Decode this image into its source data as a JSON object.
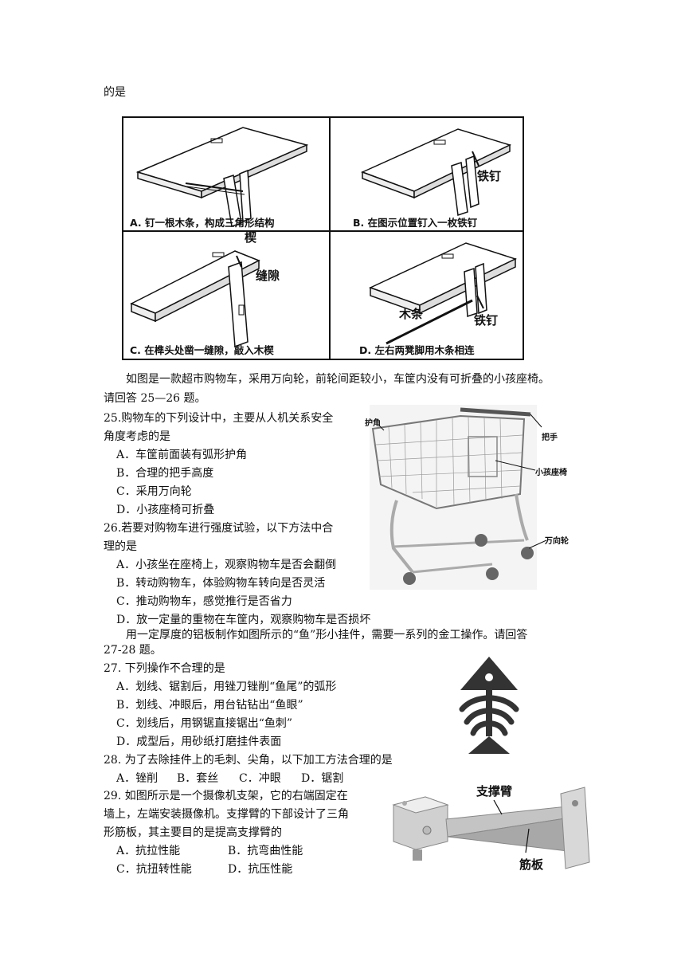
{
  "intro_tail": "的是",
  "bench_panel": {
    "A": {
      "caption": "A. 钉一根木条，构成三角形结构"
    },
    "B": {
      "caption": "B. 在图示位置钉入一枚铁钉",
      "label_nail": "铁钉"
    },
    "C": {
      "caption": "C. 在榫头处凿一缝隙，敲入木楔",
      "label_wedge": "楔",
      "label_gap": "缝隙"
    },
    "D": {
      "caption": "D. 左右两凳脚用木条相连",
      "label_strip": "木条",
      "label_nail": "铁钉"
    }
  },
  "cart_intro": [
    "如图是一款超市购物车，采用万向轮，前轮间距较小，车筐内没有可折叠的小孩座椅。",
    "请回答 25—26 题。"
  ],
  "q25": {
    "stem": [
      "25.购物车的下列设计中，主要从人机关系安全",
      "角度考虑的是"
    ],
    "options": [
      "A．车筐前面装有弧形护角",
      "B．合理的把手高度",
      "C．采用万向轮",
      "D．小孩座椅可折叠"
    ]
  },
  "q26": {
    "stem": [
      "26.若要对购物车进行强度试验，以下方法中合",
      "理的是"
    ],
    "options": [
      "A．小孩坐在座椅上，观察购物车是否会翻倒",
      "B．转动购物车，体验购物车转向是否灵活",
      "C．推动购物车，感觉推行是否省力",
      "D．放一定量的重物在车筐内，观察购物车是否损坏"
    ]
  },
  "cart_labels": {
    "guard": "护角",
    "handle": "把手",
    "seat": "小孩座椅",
    "wheel": "万向轮"
  },
  "fish_intro": [
    "用一定厚度的铝板制作如图所示的“鱼”形小挂件，需要一系列的金工操作。请回答",
    "27-28 题。"
  ],
  "q27": {
    "stem": "27. 下列操作不合理的是",
    "options": [
      "A．划线、锯割后，用锉刀锉削“鱼尾”的弧形",
      "B．划线、冲眼后，用台钻钻出“鱼眼”",
      "C．划线后，用钢锯直接锯出“鱼刺”",
      "D．成型后，用砂纸打磨挂件表面"
    ]
  },
  "q28": {
    "stem": "28. 为了去除挂件上的毛刺、尖角，以下加工方法合理的是",
    "options": [
      "A．锉削",
      "B．套丝",
      "C．冲眼",
      "D．锯割"
    ]
  },
  "q29": {
    "stem": [
      "29. 如图所示是一个摄像机支架，它的右端固定在",
      "墙上，左端安装摄像机。支撑臂的下部设计了三角",
      "形筋板，其主要目的是提高支撑臂的"
    ],
    "options": [
      "A．抗拉性能",
      "B．抗弯曲性能",
      "C．抗扭转性能",
      "D．抗压性能"
    ]
  },
  "bracket_labels": {
    "arm": "支撑臂",
    "rib": "筋板"
  }
}
